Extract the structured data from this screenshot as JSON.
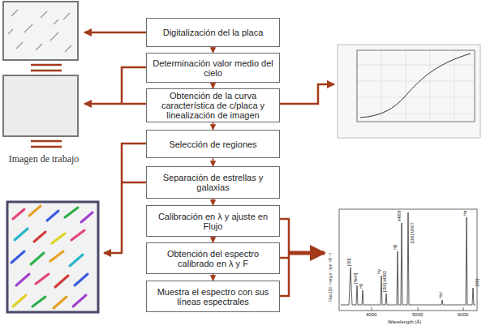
{
  "diagram": {
    "nodes": [
      {
        "text": [
          "Digitalización del la placa"
        ]
      },
      {
        "text": [
          "Determinación valor medio del cielo"
        ]
      },
      {
        "text": [
          "Obtención de la curva característica de c/placa y linealización de imagen"
        ]
      },
      {
        "text": [
          "Selección de regiones"
        ]
      },
      {
        "text": [
          "Separación de estrellas y galaxias"
        ]
      },
      {
        "text": [
          "Calibración en λ y ajuste en Flujo"
        ]
      },
      {
        "text": [
          "Obtención del espectro calibrado en λ y F"
        ]
      },
      {
        "text": [
          "Muestra el espectro con sus líneas espectrales"
        ]
      }
    ],
    "edges": [
      {
        "from": 0,
        "to": 1,
        "arrow": "to"
      },
      {
        "from": 1,
        "to": 2,
        "arrow": "to"
      },
      {
        "from": 2,
        "to": 3,
        "arrow": "to"
      },
      {
        "from": 3,
        "to": 4,
        "arrow": "to"
      },
      {
        "from": 4,
        "to": 5,
        "arrow": "to"
      },
      {
        "from": 5,
        "to": 6,
        "arrow": "to"
      },
      {
        "from": 6,
        "to": 7,
        "arrow": "to"
      }
    ],
    "labels": [
      "Imagen de trabajo",
      "Flux (10⁻¹⁵erg s⁻¹cm⁻²Å⁻¹)",
      "Wavelength (Å)",
      "4000",
      "5000",
      "6000",
      "[OII]",
      "[NeIII]",
      "Hδ",
      "Hγ",
      "[OIII] λ4363",
      "Hβ",
      "λ4959",
      "[OIII] λ5007",
      "HeI",
      "Hα",
      "[SII]"
    ]
  }
}
